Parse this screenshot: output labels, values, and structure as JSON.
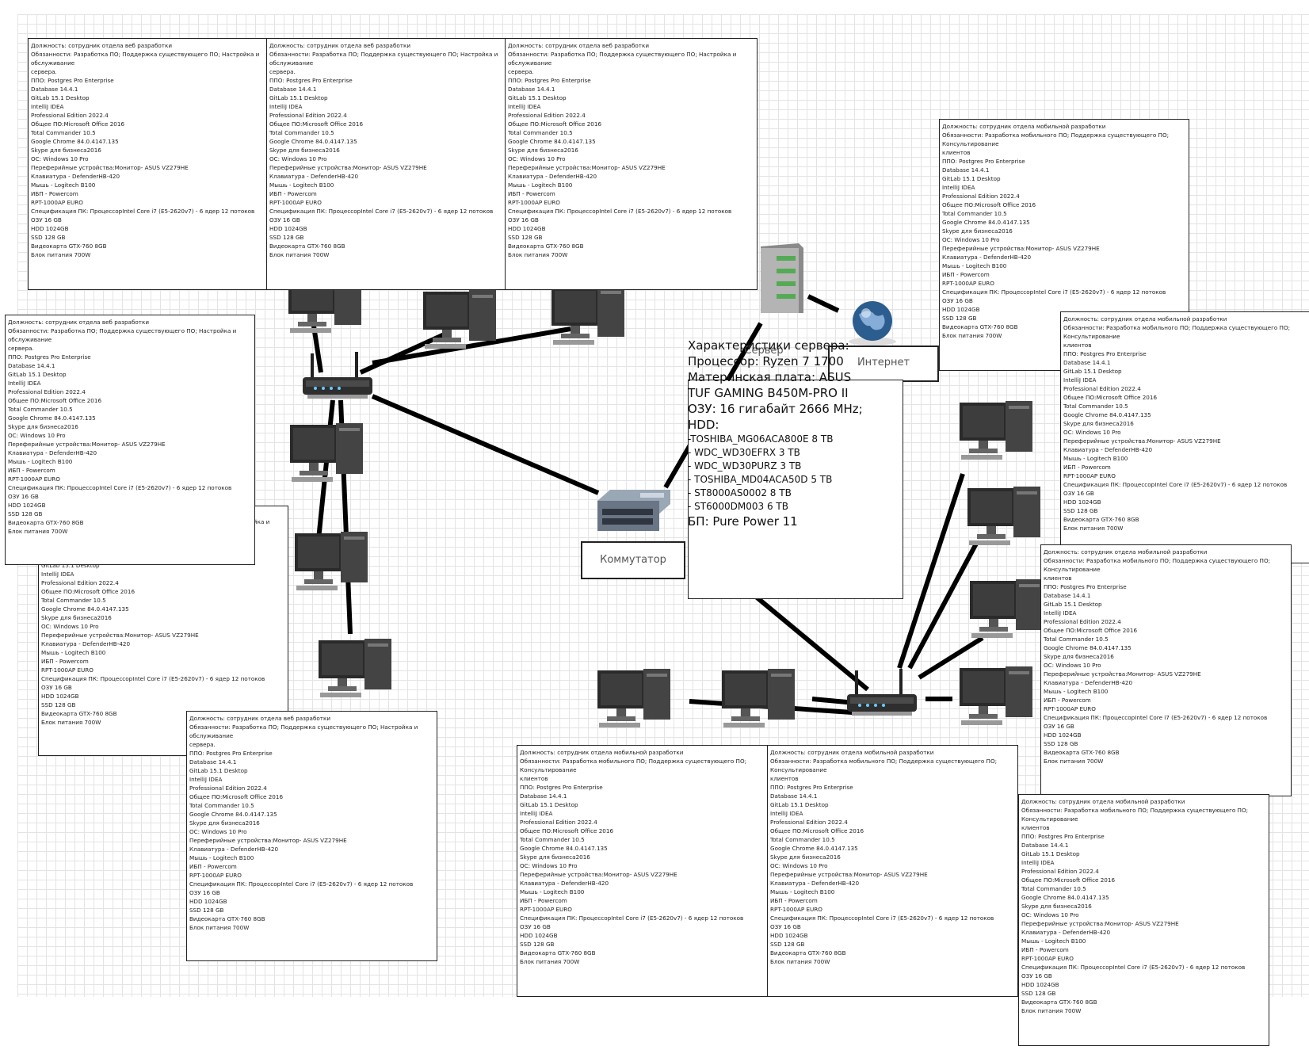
{
  "employee_cards": {
    "web": [
      "Должность: сотрудник отдела веб разработки",
      "Обязанности: Разработка ПО; Поддержка существующего ПО; Настройка и обслуживание",
      "сервера.",
      "ППО: Postgres Pro Enterprise",
      "Database 14.4.1",
      "GitLab 15.1 Desktop",
      "IntelliJ IDEA",
      "Professional Edition 2022.4",
      "Общее ПО:Microsoft Office 2016",
      "Total Commander 10.5",
      "Google Chrome 84.0.4147.135",
      "Skype для бизнеса2016",
      "ОС: Windows 10 Pro",
      "Переферийные устройства:Монитор- ASUS  VZ279HE",
      "Клавиатура - DefenderHB-420",
      "Мышь - Logitech B100",
      "ИБП - Powercom",
      "RPT-1000AP EURO",
      "Спецификация ПК: ПроцессорIntel Core i7 (E5-2620v7) - 6 ядер 12 потоков",
      "ОЗУ 16 GB",
      "HDD 1024GB",
      "SSD 128 GB",
      "Видеокарта GTX-760 8GB",
      "Блок питания 700W"
    ],
    "mobile": [
      "Должность: сотрудник отдела мобильной разработки",
      "Обязанности: Разработка мобильного ПО; Поддержка существующего ПО; Консультирование",
      "клиентов",
      "ППО: Postgres Pro Enterprise",
      "Database 14.4.1",
      "GitLab 15.1 Desktop",
      "IntelliJ IDEA",
      "Professional Edition 2022.4",
      "Общее ПО:Microsoft Office 2016",
      "Total Commander 10.5",
      "Google Chrome 84.0.4147.135",
      "Skype для бизнеса2016",
      "ОС: Windows 10 Pro",
      "Переферийные устройства:Монитор- ASUS  VZ279HE",
      "Клавиатура - DefenderHB-420",
      "Мышь - Logitech B100",
      "ИБП - Powercom",
      "RPT-1000AP EURO",
      "Спецификация ПК: ПроцессорIntel Core i7 (E5-2620v7) - 6 ядер 12 потоков",
      "ОЗУ 16 GB",
      "HDD 1024GB",
      "SSD 128 GB",
      "Видеокарта GTX-760 8GB",
      "Блок питания 700W"
    ]
  },
  "server_info": {
    "title": "Характеристики сервера:",
    "cpu": "Процессор: Ryzen 7 1700",
    "motherboard": "Материнская плата: ASUS TUF GAMING B450M-PRO II",
    "ram": "ОЗУ: 16 гигабайт 2666 MHz;",
    "hdd_label": "HDD:",
    "hdds": [
      "-TOSHIBA_MG06ACA800E 8 TB",
      "-  WDC_WD30EFRX 3 TB",
      "-  WDC_WD30PURZ 3 TB",
      "-  TOSHIBA_MD04ACA50D 5 TB",
      "-  ST8000AS0002 8 TB",
      "-  ST6000DM003 6 TB"
    ],
    "psu": "БП: Pure Power 11"
  },
  "devices": {
    "server_label": "Сервер",
    "internet_label": "Интернет",
    "switch_label": "Коммутатор"
  },
  "colors": {
    "grid": "#e4e4e4",
    "wire": "#000000",
    "card_border": "#222222"
  }
}
